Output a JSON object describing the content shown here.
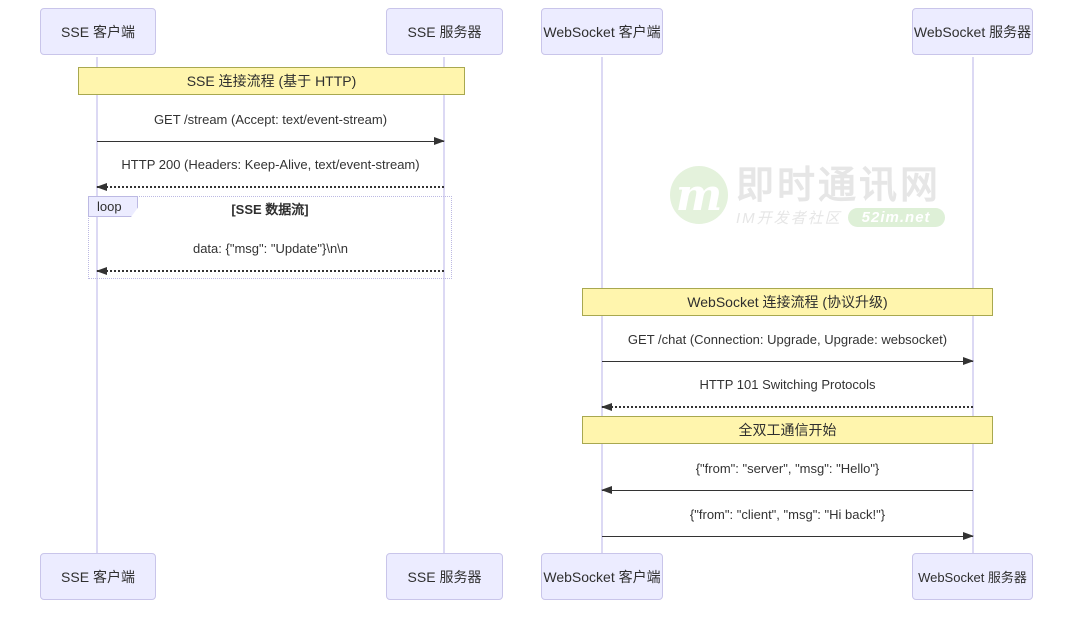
{
  "sse": {
    "actors": {
      "client": "SSE 客户端",
      "server": "SSE 服务器"
    },
    "note": "SSE 连接流程 (基于 HTTP)",
    "messages": {
      "request": "GET /stream (Accept: text/event-stream)",
      "response": "HTTP 200 (Headers: Keep-Alive, text/event-stream)",
      "stream_data": "data: {\"msg\": \"Update\"}\\n\\n"
    },
    "loop": {
      "label": "loop",
      "title": "[SSE 数据流]"
    }
  },
  "ws": {
    "actors": {
      "client": "WebSocket 客户端",
      "server": "WebSocket 服务器"
    },
    "notes": {
      "upgrade": "WebSocket 连接流程 (协议升级)",
      "duplex": "全双工通信开始"
    },
    "messages": {
      "request": "GET /chat (Connection: Upgrade, Upgrade: websocket)",
      "response": "HTTP 101 Switching Protocols",
      "server_msg": "{\"from\": \"server\", \"msg\": \"Hello\"}",
      "client_msg": "{\"from\": \"client\", \"msg\": \"Hi back!\"}"
    }
  },
  "watermark": {
    "logo_letter": "m",
    "title": "即时通讯网",
    "subtitle": "IM开发者社区",
    "site": "52im.net"
  },
  "colors": {
    "actor_fill": "#ECECFF",
    "actor_border": "#C9C5EA",
    "lifeline": "#DCD9F4",
    "note_fill": "#FFF5AD",
    "note_border": "#A8A84F",
    "arrow": "#333333",
    "loop_border": "#BCB9E3",
    "watermark_green": "#E4F2DC",
    "watermark_gray": "#E6E6E6"
  }
}
